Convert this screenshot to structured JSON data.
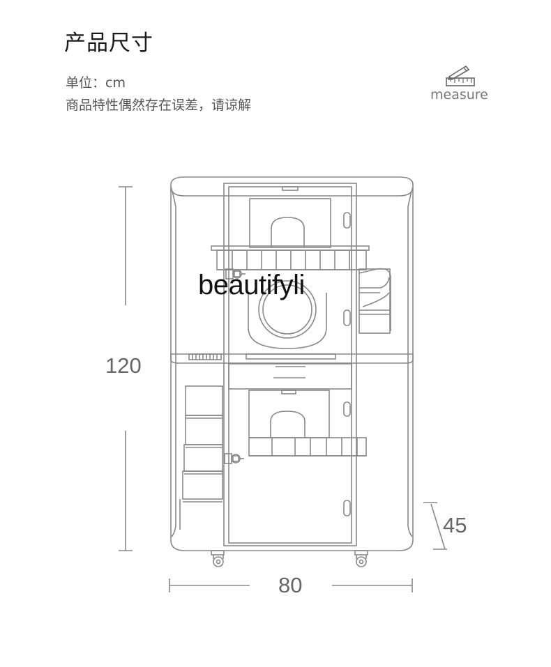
{
  "header": {
    "title": "产品尺寸",
    "unit": "单位：cm",
    "note": "商品特性偶然存在误差，请谅解"
  },
  "measure": {
    "label": "measure",
    "icon": "ruler-pencil-icon"
  },
  "watermark": {
    "text": "beautifyli"
  },
  "dimensions": {
    "height": "120",
    "width": "80",
    "depth": "45"
  },
  "colors": {
    "line": "#888888",
    "text": "#555555"
  }
}
